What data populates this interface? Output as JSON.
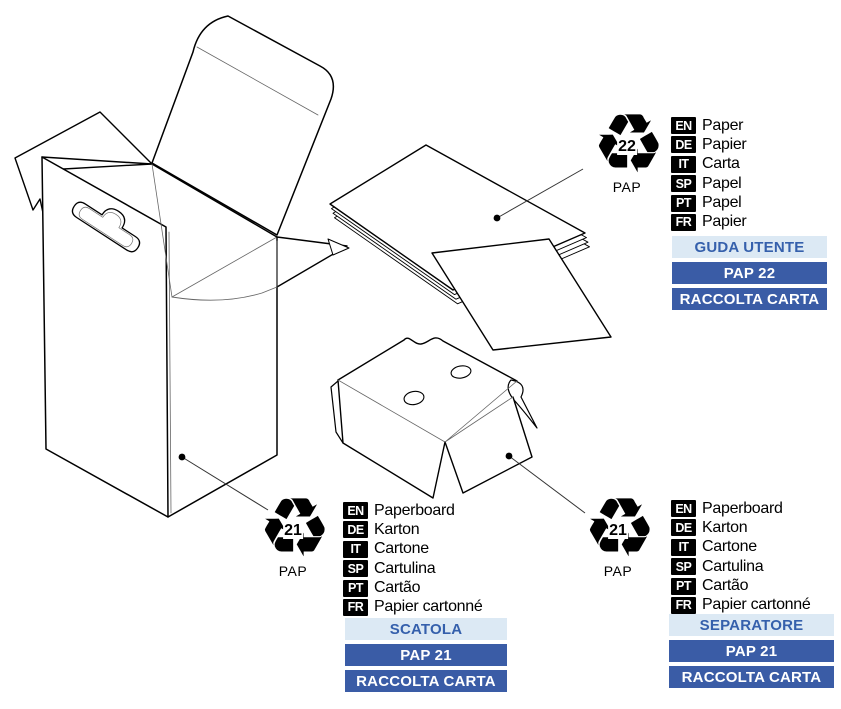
{
  "colors": {
    "dark_blue": "#3a5ca6",
    "light_blue_bg": "#dce9f4",
    "blue_text": "#3560ac",
    "line_art": "#000000"
  },
  "icons": {
    "recycle_mobius": "♻"
  },
  "groups": [
    {
      "id": "user-guide",
      "recycling": {
        "code": "22",
        "material": "PAP"
      },
      "languages": [
        {
          "tag": "EN",
          "text": "Paper"
        },
        {
          "tag": "DE",
          "text": "Papier"
        },
        {
          "tag": "IT",
          "text": "Carta"
        },
        {
          "tag": "SP",
          "text": "Papel"
        },
        {
          "tag": "PT",
          "text": "Papel"
        },
        {
          "tag": "FR",
          "text": "Papier"
        }
      ],
      "labels": {
        "name": "GUDA UTENTE",
        "code": "PAP 22",
        "disposal": "RACCOLTA CARTA"
      }
    },
    {
      "id": "box",
      "recycling": {
        "code": "21",
        "material": "PAP"
      },
      "languages": [
        {
          "tag": "EN",
          "text": "Paperboard"
        },
        {
          "tag": "DE",
          "text": "Karton"
        },
        {
          "tag": "IT",
          "text": "Cartone"
        },
        {
          "tag": "SP",
          "text": "Cartulina"
        },
        {
          "tag": "PT",
          "text": "Cartão"
        },
        {
          "tag": "FR",
          "text": "Papier cartonné"
        }
      ],
      "labels": {
        "name": "SCATOLA",
        "code": "PAP 21",
        "disposal": "RACCOLTA CARTA"
      }
    },
    {
      "id": "separator",
      "recycling": {
        "code": "21",
        "material": "PAP"
      },
      "languages": [
        {
          "tag": "EN",
          "text": "Paperboard"
        },
        {
          "tag": "DE",
          "text": "Karton"
        },
        {
          "tag": "IT",
          "text": "Cartone"
        },
        {
          "tag": "SP",
          "text": "Cartulina"
        },
        {
          "tag": "PT",
          "text": "Cartão"
        },
        {
          "tag": "FR",
          "text": "Papier cartonné"
        }
      ],
      "labels": {
        "name": "SEPARATORE",
        "code": "PAP 21",
        "disposal": "RACCOLTA CARTA"
      }
    }
  ]
}
